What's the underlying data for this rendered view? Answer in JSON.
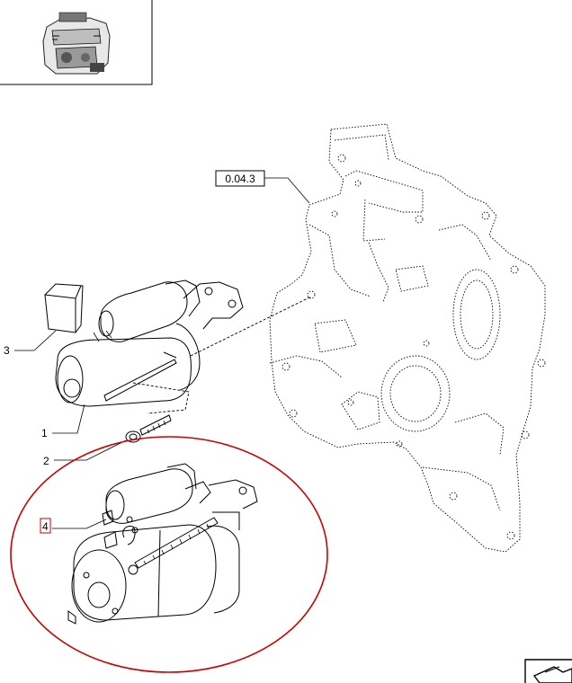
{
  "callouts": {
    "ref_group": "0.04.3",
    "item_1": "1",
    "item_2": "2",
    "item_3": "3",
    "item_4": "4"
  },
  "colors": {
    "highlight_ellipse": "#cc0000",
    "label_box_highlight": "#cc0000",
    "line": "#000000"
  },
  "icons": {
    "thumbnail": "engine-thumbnail-icon",
    "corner": "next-page-arrow-icon"
  }
}
